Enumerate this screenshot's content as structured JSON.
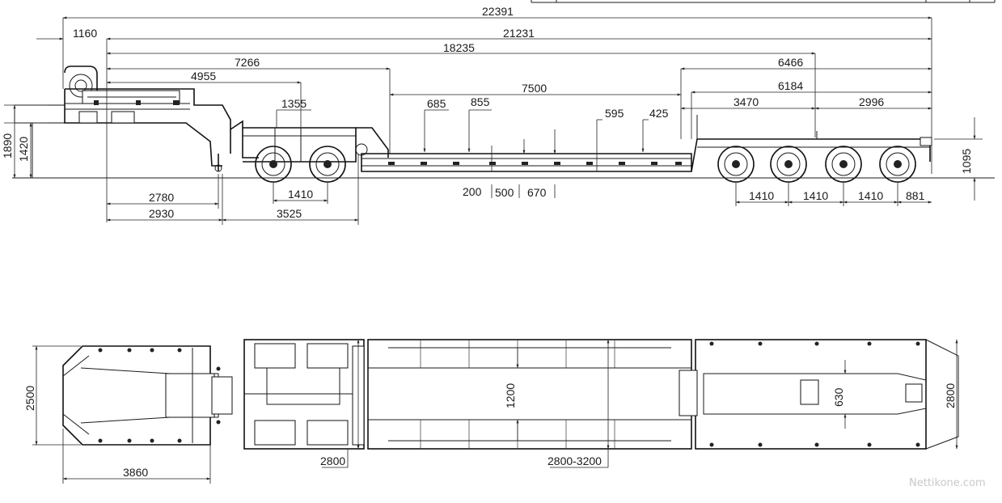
{
  "side_view": {
    "overall_length": "22391",
    "front_overhang": "1160",
    "length_21231": "21231",
    "length_18235": "18235",
    "length_7266": "7266",
    "length_4955": "4955",
    "length_1355": "1355",
    "well_length": "7500",
    "dim_685": "685",
    "dim_855": "855",
    "dim_595": "595",
    "dim_425": "425",
    "rear_6466": "6466",
    "rear_6184": "6184",
    "rear_3470": "3470",
    "rear_2996": "2996",
    "height_1890": "1890",
    "height_1420": "1420",
    "rear_height": "1095",
    "kingpin_2780": "2780",
    "kingpin_2930": "2930",
    "dolly_spacing": "1410",
    "dolly_3525": "3525",
    "well_200": "200",
    "well_500": "500",
    "well_670": "670",
    "rear_axle_spacing": [
      "1410",
      "1410",
      "1410"
    ],
    "rear_overhang": "881"
  },
  "top_view": {
    "neck_width": "2500",
    "neck_length": "3860",
    "dolly_width": "2800",
    "well_gap": "1200",
    "well_width": "2800-3200",
    "rear_inner": "630",
    "rear_width": "2800"
  },
  "watermark": "Nettikone.com"
}
